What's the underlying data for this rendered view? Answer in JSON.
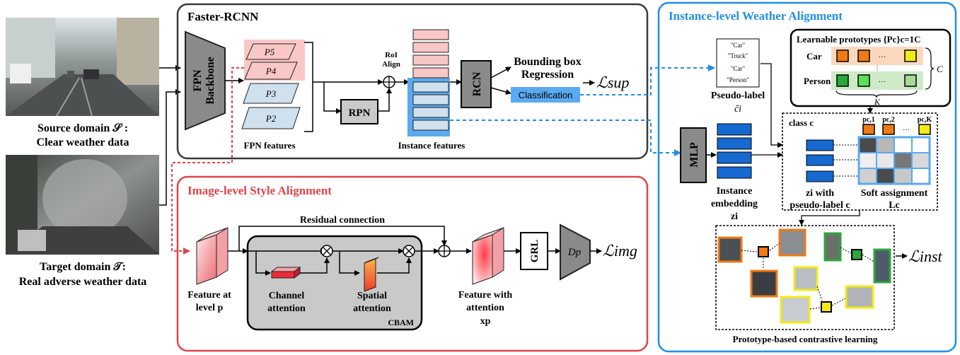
{
  "left": {
    "source_line1": "Source domain 𝒮 :",
    "source_line2": "Clear weather data",
    "target_line1": "Target domain 𝒯:",
    "target_line2": "Real adverse weather data"
  },
  "faster_rcnn": {
    "title": "Faster-RCNN",
    "backbone_line1": "FPN",
    "backbone_line2": "Backbone",
    "levels": [
      "P5",
      "P4",
      "P3",
      "P2"
    ],
    "fpn_features": "FPN features",
    "roi_line1": "RoI",
    "roi_line2": "Align",
    "rpn": "RPN",
    "instance_features": "Instance features",
    "rcn": "RCN",
    "bbox_line1": "Bounding box",
    "bbox_line2": "Regression",
    "classification": "Classification",
    "loss_sup": "ℒsup"
  },
  "image_level": {
    "title": "Image-level  Style Alignment",
    "residual": "Residual connection",
    "feature_level_line1": "Feature at",
    "feature_level_line2": "level p",
    "channel_line1": "Channel",
    "channel_line2": "attention",
    "spatial_line1": "Spatial",
    "spatial_line2": "attention",
    "cbam": "CBAM",
    "feature_att_line1": "Feature with",
    "feature_att_line2": "attention",
    "feature_att_line3": "xp",
    "grl": "GRL",
    "disc": "Dp",
    "loss_img": "ℒimg"
  },
  "instance_level": {
    "title": "Instance-level Weather Alignment",
    "pseudo_words": [
      "\"Car\"",
      "\"Truck\"",
      "\"Car\"",
      "\"Person\""
    ],
    "pseudo_label": "Pseudo-label",
    "pseudo_sym": "ĉi",
    "prototypes_title": "Learnable prototypes {Pc}c=1C",
    "proto_car": "Car",
    "proto_person": "Person",
    "proto_C": "C",
    "proto_K": "K",
    "mlp": "MLP",
    "embed_line1": "Instance",
    "embed_line2": "embedding",
    "embed_line3": "zi",
    "class_c": "class c",
    "p_labels": [
      "pc,1",
      "pc,2",
      "pc,K"
    ],
    "zi_line1": "zi with",
    "zi_line2": "pseudo-label c",
    "soft_line1": "Soft assignment",
    "soft_line2": "Lc",
    "contrastive": "Prototype-based contrastive learning",
    "loss_inst": "ℒinst"
  },
  "colors": {
    "frcnn_border": "#3a3a3a",
    "image_border": "#e0444a",
    "instance_border": "#1f8ee8",
    "pink": "#f8c7c6",
    "light_blue": "#cfe0ef",
    "blue": "#1569d0",
    "cls_blue": "#5aaaf0",
    "orange": "#f07a14",
    "green": "#2aa83a",
    "yellow": "#f2ea17",
    "gray_box": "#c9c9c9"
  }
}
